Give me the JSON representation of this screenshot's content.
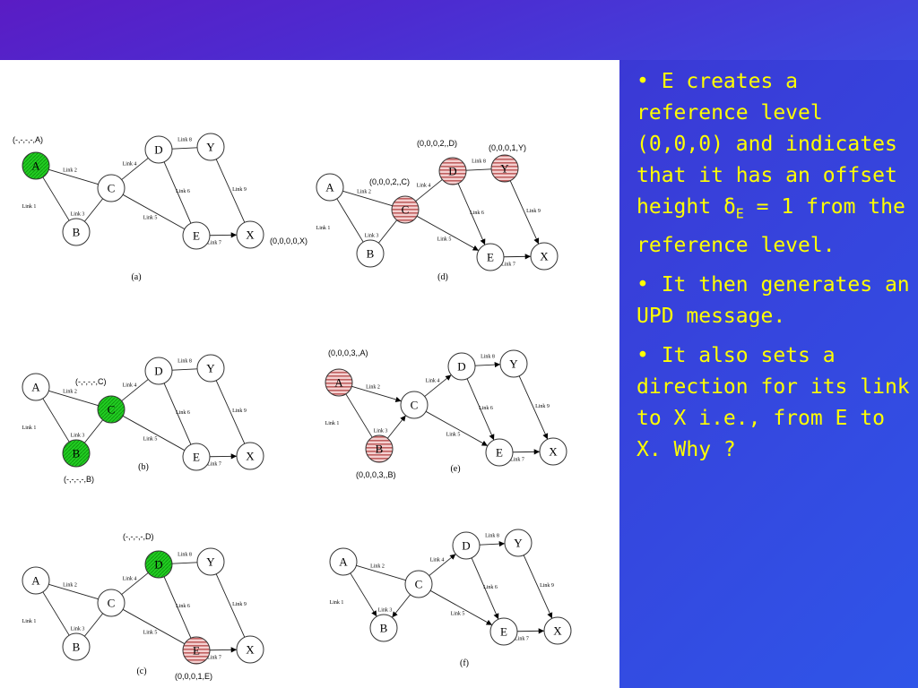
{
  "bullets": [
    {
      "pre": "• E creates a reference level (0,0,0) and indicates that it has an offset height ",
      "symbol": "δ",
      "sub": "E",
      "post": " = 1 from the reference level."
    },
    {
      "text": "• It then generates an UPD message."
    },
    {
      "text": "• It also sets a direction for its link to X i.e., from E to X. Why ?"
    }
  ],
  "colors": {
    "text_yellow": "#ffff00",
    "green_node": "#22cc22",
    "striped_red": "#e8a8a8"
  },
  "nodes": [
    "A",
    "B",
    "C",
    "D",
    "E",
    "X",
    "Y"
  ],
  "links": {
    "l1": "Link 1",
    "l2": "Link 2",
    "l3": "Link 3",
    "l4": "Link 4",
    "l5": "Link 5",
    "l6": "Link 6",
    "l7": "Link 7",
    "l8": "Link 8",
    "l9": "Link 9"
  },
  "panels": {
    "a": {
      "caption": "(a)",
      "tuples": {
        "A": "(-,-,-,-,A)",
        "X": "(0,0,0,0,X)"
      }
    },
    "b": {
      "caption": "(b)",
      "tuples": {
        "C": "(-,-,-,-,C)",
        "B": "(-,-,-,-,B)"
      }
    },
    "c": {
      "caption": "(c)",
      "tuples": {
        "D": "(-,-,-,-,D)",
        "E": "(0,0,0,1,E)"
      }
    },
    "d": {
      "caption": "(d)",
      "tuples": {
        "C": "(0,0,0,2,,C)",
        "D": "(0,0,0,2,,D)",
        "Y": "(0,0,0,1,Y)"
      }
    },
    "e": {
      "caption": "(e)",
      "tuples": {
        "A": "(0,0,0,3,,A)",
        "B": "(0,0,0,3,,B)"
      }
    },
    "f": {
      "caption": "(f)",
      "tuples": {}
    }
  }
}
